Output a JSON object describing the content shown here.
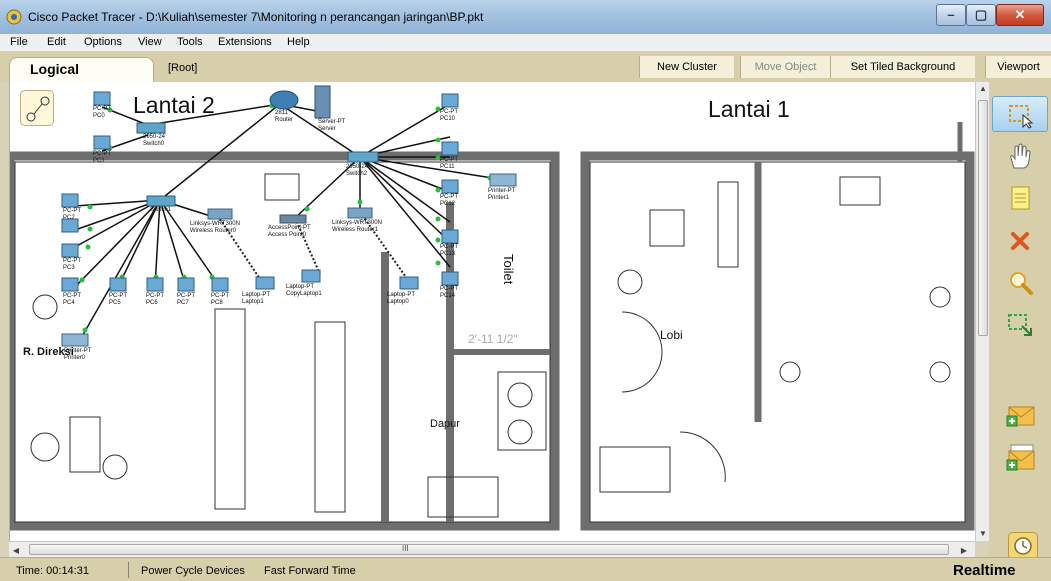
{
  "window": {
    "title": "Cisco Packet Tracer - D:\\Kuliah\\semester 7\\Monitoring n perancangan jaringan\\BP.pkt",
    "controls": {
      "minimize": "–",
      "maximize": "▢",
      "close": "✕"
    }
  },
  "menu": [
    "File",
    "Edit",
    "Options",
    "View",
    "Tools",
    "Extensions",
    "Help"
  ],
  "workspace": {
    "mode_label": "Logical",
    "location": "[Root]",
    "buttons": {
      "new_cluster": "New Cluster",
      "move_object": "Move Object",
      "set_tiled_background": "Set Tiled Background",
      "viewport": "Viewport"
    }
  },
  "canvas": {
    "floor_labels": {
      "lantai2": "Lantai 2",
      "lantai1": "Lantai 1"
    },
    "room_labels": {
      "direksi": "R. Direksi",
      "toilet": "Toilet",
      "lobi": "Lobi",
      "dapur": "Dapur",
      "dimension": "2'-11 1/2\""
    },
    "devices": {
      "pc0": "PC-PT\nPC0",
      "pc1": "PC-PT\nPC1",
      "switch0": "2950-24\nSwitch0",
      "router": "2811\nRouter",
      "server": "Server-PT\nServer",
      "pc2": "PC-PT\nPC2",
      "pc3": "PC-PT\nPC3",
      "pc4": "PC-PT\nPC4",
      "pc5": "PC-PT\nPC5",
      "pc6": "PC-PT\nPC6",
      "pc7": "PC-PT\nPC7",
      "pc8": "PC-PT\nPC8",
      "switch1": "Switch1",
      "wrouter0": "Linksys-WRT300N\nWireless Router0",
      "laptop1": "Laptop-PT\nLaptop1",
      "ap0": "AccessPoint-PT\nAccess Point0",
      "copylaptop": "Laptop-PT\nCopyLaptop1",
      "wrouter1": "Linksys-WRT300N\nWireless Router1",
      "laptop0": "Laptop-PT\nLaptop0",
      "switch2": "2950-24\nSwitch2",
      "pc10": "PC-PT\nPC10",
      "pc11": "PC-PT\nPC11",
      "pc12": "PC-PT\nPC12",
      "pc13": "PC-PT\nPC13",
      "pc14": "PC-PT\nPC14",
      "printer1": "Printer-PT\nPrinter1",
      "printer0": "Printer-PT\nPrinter0"
    }
  },
  "status": {
    "time": "Time: 00:14:31",
    "power_cycle": "Power Cycle Devices",
    "fast_forward": "Fast Forward Time",
    "mode": "Realtime"
  },
  "scroll": {
    "grip": "III"
  },
  "colors": {
    "link_up": "#22c23a",
    "chrome": "#d7ceaa",
    "active_tool": "#a8d0ef"
  },
  "icons": {
    "tools": [
      "select-icon",
      "hand-icon",
      "note-icon",
      "delete-icon",
      "zoom-icon",
      "resize-shape-icon",
      "add-simple-pdu-icon",
      "add-complex-pdu-icon"
    ],
    "other": [
      "cluster-navigation-icon",
      "realtime-clock-icon"
    ]
  }
}
